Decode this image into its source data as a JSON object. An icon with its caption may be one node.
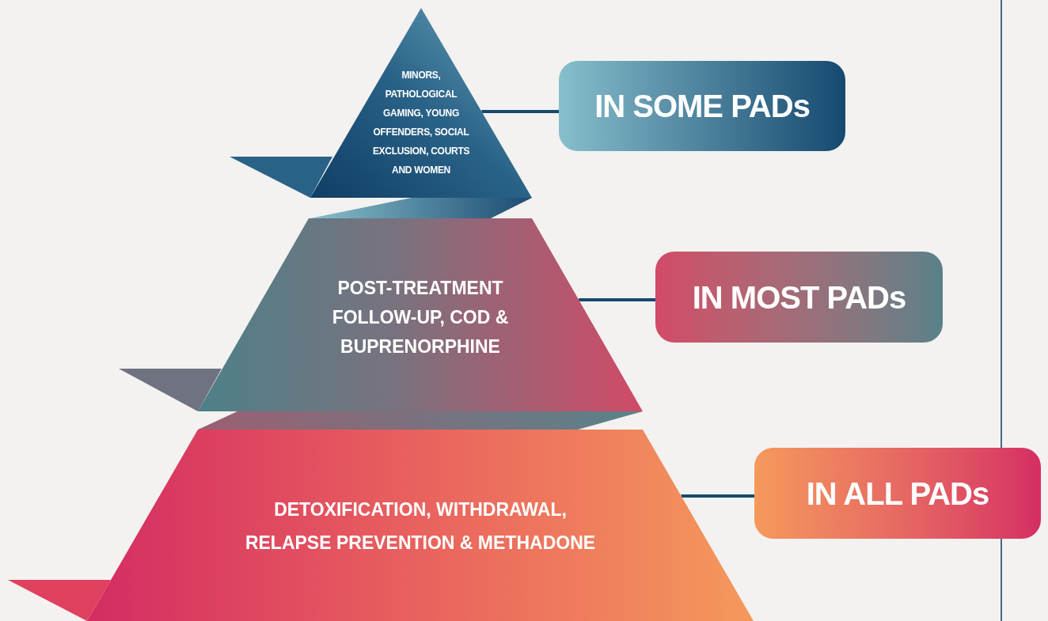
{
  "diagram": {
    "nodes": [
      {
        "text": [
          "MINORS, PATHOLOGICAL GAMING, YOUNG OFFENDERS, SOCIAL EXCLUSION, COURTS AND WOMEN"
        ]
      },
      {
        "text": [
          "IN SOME PADs"
        ]
      },
      {
        "text": [
          "POST-TREATMENT FOLLOW-UP, COD & BUPRENORPHINE"
        ]
      },
      {
        "text": [
          "IN MOST PADs"
        ]
      },
      {
        "text": [
          "DETOXIFICATION, WITHDRAWAL, RELAPSE PREVENTION & METHADONE"
        ]
      },
      {
        "text": [
          "IN ALL PADs"
        ]
      }
    ],
    "edges": [
      {
        "from": 0,
        "to": 1,
        "arrow": "none"
      },
      {
        "from": 2,
        "to": 3,
        "arrow": "none"
      },
      {
        "from": 4,
        "to": 5,
        "arrow": "none"
      }
    ]
  }
}
